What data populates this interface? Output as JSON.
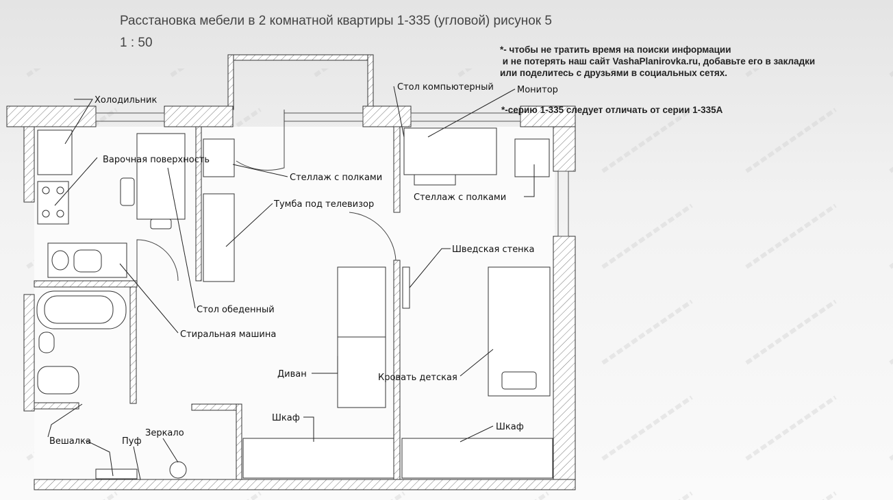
{
  "title": "Расстановка мебели в 2 комнатной квартиры 1-335 (угловой) рисунок 5",
  "scale": "1 : 50",
  "notes": {
    "bookmark": "*- чтобы не тратить время на поиски информации\n и не потерять наш сайт VashaPlanirovka.ru, добавьте его в закладки\nили поделитесь с друзьями в социальных сетях.",
    "series": "*-серию 1-335 следует отличать от серии 1-335А"
  },
  "watermark": "VashaPlanirovka.ru",
  "labels": {
    "fridge": "Холодильник",
    "hob": "Варочная поверхность",
    "shelving1": "Стеллаж с полками",
    "computer_desk": "Стол компьютерный",
    "monitor": "Монитор",
    "shelving2": "Стеллаж с полками",
    "tv_stand": "Тумба под телевизор",
    "swedish_wall": "Шведская стенка",
    "dining_table": "Стол обеденный",
    "washing_machine": "Стиральная машина",
    "sofa": "Диван",
    "kids_bed": "Кровать детская",
    "wardrobe1": "Шкаф",
    "wardrobe2": "Шкаф",
    "hanger": "Вешалка",
    "pouf": "Пуф",
    "mirror": "Зеркало"
  }
}
